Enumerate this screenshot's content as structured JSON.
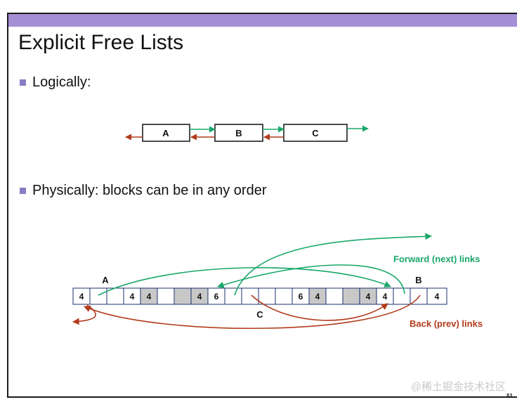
{
  "slide": {
    "title": "Explicit Free Lists",
    "bullets": [
      "Logically:",
      "Physically: blocks can be in any order"
    ],
    "page_number": "51",
    "watermark": "@稀土掘金技术社区"
  },
  "logical": {
    "nodes": [
      "A",
      "B",
      "C"
    ]
  },
  "physical": {
    "cells": [
      "4",
      "",
      "",
      "4",
      "4",
      "",
      "",
      "4",
      "6",
      "",
      "",
      "",
      "",
      "6",
      "4",
      "",
      "",
      "4",
      "4",
      "",
      "",
      "4"
    ],
    "labels": {
      "a": "A",
      "b": "B",
      "c": "C"
    },
    "forward_label": "Forward (next) links",
    "back_label": "Back (prev) links"
  },
  "colors": {
    "accent_bar": "#a58fd6",
    "bullet": "#8c7cc4",
    "forward": "#1aa86a",
    "back": "#b23a1a",
    "allocated": "#c8c8c8"
  }
}
